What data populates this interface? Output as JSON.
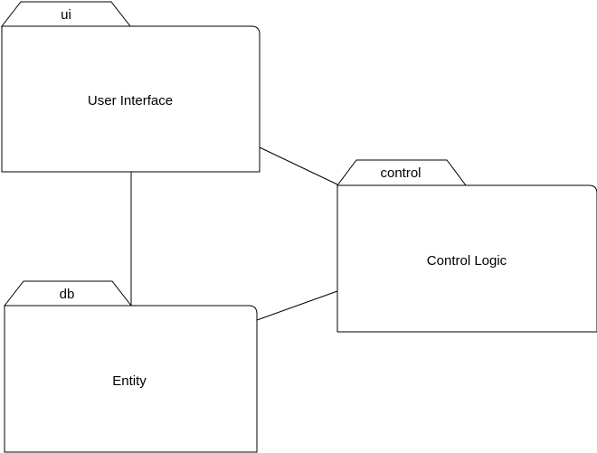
{
  "diagram": {
    "packages": [
      {
        "id": "ui",
        "tab_label": "ui",
        "body_label": "User Interface"
      },
      {
        "id": "control",
        "tab_label": "control",
        "body_label": "Control Logic"
      },
      {
        "id": "db",
        "tab_label": "db",
        "body_label": "Entity"
      }
    ],
    "connections": [
      {
        "from": "ui",
        "to": "control"
      },
      {
        "from": "ui",
        "to": "db"
      },
      {
        "from": "db",
        "to": "control"
      }
    ],
    "colors": {
      "stroke": "#000000",
      "fill": "#ffffff",
      "text": "#000000"
    }
  }
}
